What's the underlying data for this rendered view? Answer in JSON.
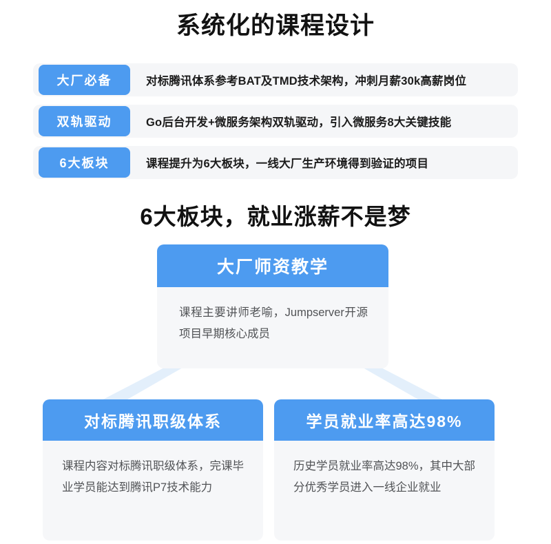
{
  "section_курс": null,
  "header": {
    "title": "系统化的课程设计"
  },
  "features": {
    "rows": [
      {
        "badge": "大厂必备",
        "text": "对标腾讯体系参考BAT及TMD技术架构，冲刺月薪30k高薪岗位"
      },
      {
        "badge": "双轨驱动",
        "text": "Go后台开发+微服务架构双轨驱动，引入微服务8大关键技能"
      },
      {
        "badge": "6大板块",
        "text": "课程提升为6大板块，一线大厂生产环境得到验证的项目"
      }
    ]
  },
  "highlights": {
    "title": "6大板块，就业涨薪不是梦",
    "nodes": {
      "top": {
        "header": "大厂师资教学",
        "body": "课程主要讲师老喻，Jumpserver开源项目早期核心成员"
      },
      "bottom_left": {
        "header": "对标腾讯职级体系",
        "body": "课程内容对标腾讯职级体系，完课毕业学员能达到腾讯P7技术能力"
      },
      "bottom_right": {
        "header": "学员就业率高达98%",
        "body": "历史学员就业率高达98%，其中大部分优秀学员进入一线企业就业"
      }
    }
  },
  "colors": {
    "accent_blue": "#4d9bf0",
    "connector_blue": "#e3effb",
    "panel_gray": "#f5f6f8",
    "card_body_gray": "#f6f7f9",
    "text_dark": "#1a1a1a",
    "text_body": "#515356"
  }
}
